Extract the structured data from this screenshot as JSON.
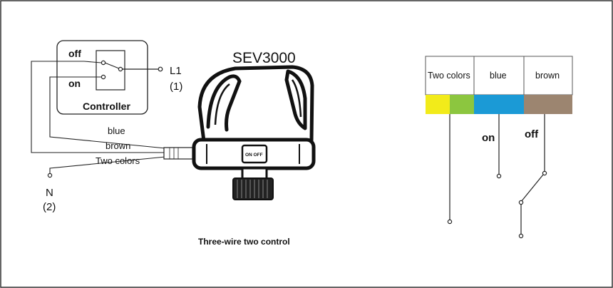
{
  "controller": {
    "off_label": "off",
    "on_label": "on",
    "title": "Controller"
  },
  "supply": {
    "l1_label": "L1",
    "l1_number": "(1)",
    "n_label": "N",
    "n_number": "(2)"
  },
  "actuator": {
    "model": "SEV3000",
    "switch_label": "ON OFF"
  },
  "wires": {
    "blue": "blue",
    "brown": "brown",
    "two_colors": "Two colors"
  },
  "caption": "Three-wire two control",
  "color_table": {
    "headers": [
      "Two colors",
      "blue",
      "brown"
    ],
    "swatch_colors": {
      "yellow": "#f2eb1a",
      "green": "#8cc63f",
      "blue": "#1b9ad6",
      "brown": "#9c8570"
    }
  },
  "switch_diagram": {
    "on_label": "on",
    "off_label": "off"
  }
}
